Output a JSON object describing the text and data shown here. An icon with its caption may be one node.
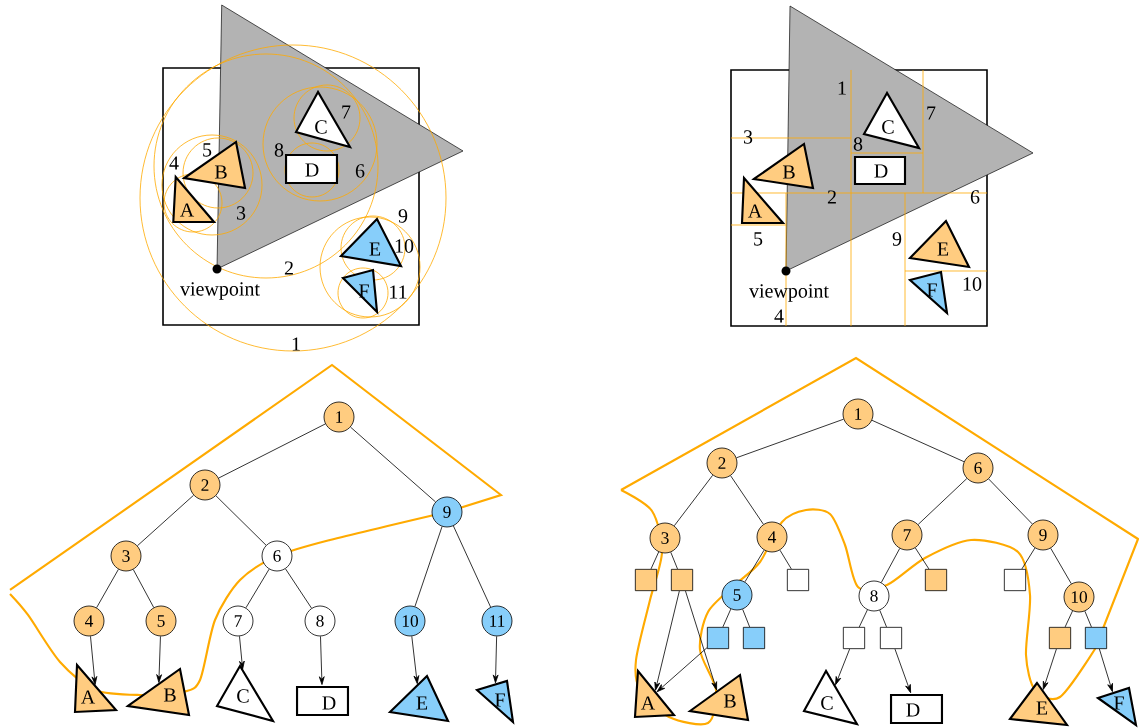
{
  "diagram": {
    "nodes": [
      {
        "text": [
          "A"
        ]
      },
      {
        "text": [
          "B"
        ]
      },
      {
        "text": [
          "C"
        ]
      },
      {
        "text": [
          "D"
        ]
      },
      {
        "text": [
          "E"
        ]
      },
      {
        "text": [
          "F"
        ]
      },
      {
        "text": [
          "A"
        ]
      },
      {
        "text": [
          "B"
        ]
      },
      {
        "text": [
          "C"
        ]
      },
      {
        "text": [
          "D"
        ]
      },
      {
        "text": [
          "E"
        ]
      },
      {
        "text": [
          "F"
        ]
      },
      {
        "text": [
          "1"
        ]
      },
      {
        "text": [
          "2"
        ]
      },
      {
        "text": [
          "3"
        ]
      },
      {
        "text": [
          "4"
        ]
      },
      {
        "text": [
          "5"
        ]
      },
      {
        "text": [
          "6"
        ]
      },
      {
        "text": [
          "7"
        ]
      },
      {
        "text": [
          "8"
        ]
      },
      {
        "text": [
          "9"
        ]
      },
      {
        "text": [
          "10"
        ]
      },
      {
        "text": [
          "11"
        ]
      },
      {
        "text": [
          "A"
        ]
      },
      {
        "text": [
          "B"
        ]
      },
      {
        "text": [
          "C"
        ]
      },
      {
        "text": [
          "D"
        ]
      },
      {
        "text": [
          "E"
        ]
      },
      {
        "text": [
          "F"
        ]
      },
      {
        "text": [
          "1"
        ]
      },
      {
        "text": [
          "2"
        ]
      },
      {
        "text": [
          "6"
        ]
      },
      {
        "text": [
          "3"
        ]
      },
      {
        "text": [
          "4"
        ]
      },
      {
        "text": [
          "7"
        ]
      },
      {
        "text": [
          "9"
        ]
      },
      {
        "text": [
          "5"
        ]
      },
      {
        "text": [
          "8"
        ]
      },
      {
        "text": [
          "10"
        ]
      },
      {
        "text": [],
        "shape": "box"
      },
      {
        "text": [],
        "shape": "box"
      },
      {
        "text": [],
        "shape": "box"
      },
      {
        "text": [],
        "shape": "box"
      },
      {
        "text": [],
        "shape": "box"
      },
      {
        "text": [],
        "shape": "box"
      },
      {
        "text": [],
        "shape": "box"
      },
      {
        "text": [],
        "shape": "box"
      },
      {
        "text": [],
        "shape": "box"
      },
      {
        "text": [],
        "shape": "box"
      },
      {
        "text": [],
        "shape": "box"
      },
      {
        "text": [
          "A"
        ]
      },
      {
        "text": [
          "B"
        ]
      },
      {
        "text": [
          "C"
        ]
      },
      {
        "text": [
          "D"
        ]
      },
      {
        "text": [
          "E"
        ]
      },
      {
        "text": [
          "F"
        ]
      }
    ],
    "edges": [
      {
        "from": 12,
        "to": 13,
        "arrow": "none"
      },
      {
        "from": 12,
        "to": 20,
        "arrow": "none"
      },
      {
        "from": 13,
        "to": 14,
        "arrow": "none"
      },
      {
        "from": 13,
        "to": 17,
        "arrow": "none"
      },
      {
        "from": 14,
        "to": 15,
        "arrow": "none"
      },
      {
        "from": 14,
        "to": 16,
        "arrow": "none"
      },
      {
        "from": 17,
        "to": 18,
        "arrow": "none"
      },
      {
        "from": 17,
        "to": 19,
        "arrow": "none"
      },
      {
        "from": 20,
        "to": 21,
        "arrow": "none"
      },
      {
        "from": 20,
        "to": 22,
        "arrow": "none"
      },
      {
        "from": 15,
        "to": 23,
        "arrow": "to"
      },
      {
        "from": 16,
        "to": 24,
        "arrow": "to"
      },
      {
        "from": 18,
        "to": 25,
        "arrow": "to"
      },
      {
        "from": 19,
        "to": 26,
        "arrow": "to"
      },
      {
        "from": 21,
        "to": 27,
        "arrow": "to"
      },
      {
        "from": 22,
        "to": 28,
        "arrow": "to"
      },
      {
        "from": 29,
        "to": 30,
        "arrow": "none"
      },
      {
        "from": 29,
        "to": 31,
        "arrow": "none"
      },
      {
        "from": 30,
        "to": 32,
        "arrow": "none"
      },
      {
        "from": 30,
        "to": 33,
        "arrow": "none"
      },
      {
        "from": 32,
        "to": 39,
        "arrow": "none"
      },
      {
        "from": 32,
        "to": 40,
        "arrow": "none"
      },
      {
        "from": 33,
        "to": 36,
        "arrow": "none"
      },
      {
        "from": 33,
        "to": 41,
        "arrow": "none"
      },
      {
        "from": 36,
        "to": 44,
        "arrow": "none"
      },
      {
        "from": 36,
        "to": 45,
        "arrow": "none"
      },
      {
        "from": 31,
        "to": 34,
        "arrow": "none"
      },
      {
        "from": 31,
        "to": 35,
        "arrow": "none"
      },
      {
        "from": 34,
        "to": 37,
        "arrow": "none"
      },
      {
        "from": 34,
        "to": 42,
        "arrow": "none"
      },
      {
        "from": 37,
        "to": 46,
        "arrow": "none"
      },
      {
        "from": 37,
        "to": 47,
        "arrow": "none"
      },
      {
        "from": 35,
        "to": 43,
        "arrow": "none"
      },
      {
        "from": 35,
        "to": 38,
        "arrow": "none"
      },
      {
        "from": 38,
        "to": 48,
        "arrow": "none"
      },
      {
        "from": 38,
        "to": 49,
        "arrow": "none"
      },
      {
        "from": 40,
        "to": 50,
        "arrow": "to"
      },
      {
        "from": 40,
        "to": 51,
        "arrow": "to"
      },
      {
        "from": 44,
        "to": 50,
        "arrow": "to"
      },
      {
        "from": 46,
        "to": 52,
        "arrow": "to"
      },
      {
        "from": 47,
        "to": 53,
        "arrow": "to"
      },
      {
        "from": 48,
        "to": 54,
        "arrow": "to"
      },
      {
        "from": 49,
        "to": 55,
        "arrow": "to"
      }
    ],
    "labels": [
      "1",
      "2",
      "3",
      "4",
      "5",
      "6",
      "7",
      "8",
      "9",
      "10",
      "11",
      "viewpoint",
      "1",
      "2",
      "3",
      "4",
      "5",
      "6",
      "7",
      "8",
      "9",
      "10",
      "viewpoint"
    ]
  }
}
